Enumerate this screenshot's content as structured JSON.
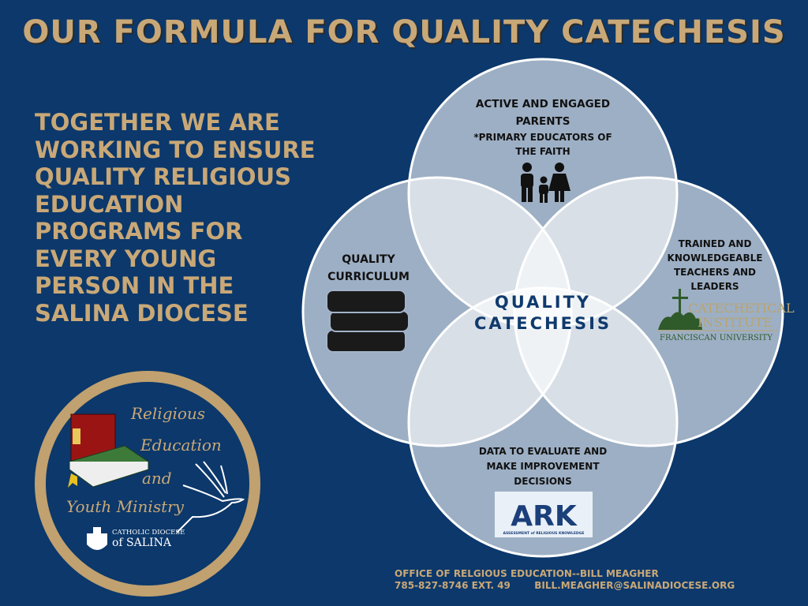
{
  "title": "OUR FORMULA FOR QUALITY CATECHESIS",
  "tagline": [
    "TOGETHER WE ARE",
    "WORKING TO ENSURE",
    "QUALITY RELIGIOUS",
    "EDUCATION",
    "PROGRAMS FOR",
    "EVERY YOUNG",
    "PERSON IN THE",
    "SALINA DIOCESE"
  ],
  "venn": {
    "top": {
      "line1": "ACTIVE AND ENGAGED",
      "line2": "PARENTS",
      "line3": "*PRIMARY EDUCATORS OF",
      "line4": "THE FAITH"
    },
    "left": {
      "line1": "QUALITY",
      "line2": "CURRICULUM"
    },
    "right": {
      "line1": "TRAINED AND",
      "line2": "KNOWLEDGEABLE",
      "line3": "TEACHERS AND",
      "line4": "LEADERS",
      "logo_line1": "CATECHETICAL",
      "logo_line2": "INSTITUTE",
      "logo_line3": "FRANCISCAN UNIVERSITY"
    },
    "bottom": {
      "line1": "DATA TO EVALUATE AND",
      "line2": "MAKE IMPROVEMENT",
      "line3": "DECISIONS",
      "logo": "ARK",
      "logo_sub": "ASSESSMENT of RELIGIOUS KNOWLEDGE"
    },
    "center": {
      "line1": "QUALITY",
      "line2": "CATECHESIS"
    }
  },
  "badge": {
    "line1": "Religious",
    "line2": "Education",
    "line3": "and",
    "line4": "Youth Ministry",
    "diocese1": "CATHOLIC DIOCESE",
    "diocese2": "of SALINA"
  },
  "footer": {
    "line1": "OFFICE OF RELGIOUS EDUCATION--BILL MEAGHER",
    "phone": "785-827-8746 EXT. 49",
    "email": "BILL.MEAGHER@SALINADIOCESE.ORG"
  },
  "colors": {
    "background": "#0c386b",
    "gold": "#c9a877"
  }
}
